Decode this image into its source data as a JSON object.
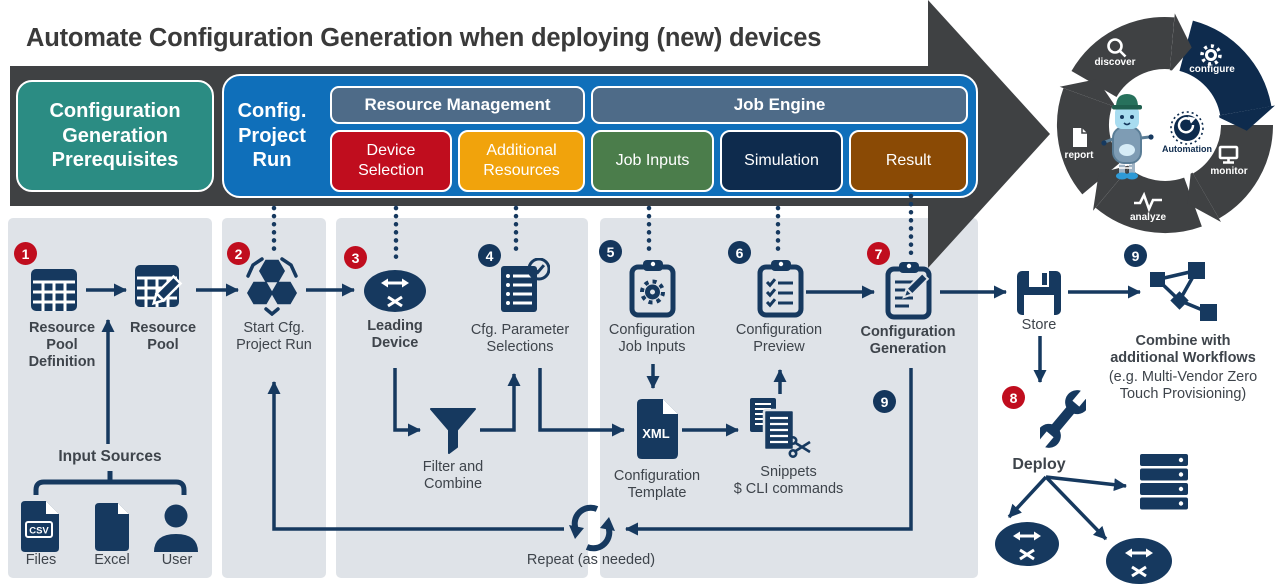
{
  "title": "Automate Configuration Generation when deploying (new) devices",
  "colors": {
    "teal": "#2b8c83",
    "blue": "#0f6fba",
    "slate": "#4e6b88",
    "red": "#c00d1e",
    "orange": "#f1a30c",
    "green": "#4b7d4b",
    "navy": "#0e2b4d",
    "brown": "#8a4a05",
    "ink": "#16395f",
    "band": "#3f4143",
    "panel": "#dfe3e8",
    "text": "#3e444b"
  },
  "banner": {
    "prerequisites": "Configuration\nGeneration\nPrerequisites",
    "project_run": "Config.\nProject\nRun",
    "resource_management": "Resource Management",
    "device_selection": "Device\nSelection",
    "additional_resources": "Additional\nResources",
    "job_engine": "Job Engine",
    "job_inputs": "Job Inputs",
    "simulation": "Simulation",
    "result": "Result"
  },
  "lifecycle": {
    "discover": "discover",
    "configure": "configure",
    "monitor": "monitor",
    "analyze": "analyze",
    "report": "report",
    "automation": "Automation"
  },
  "steps": {
    "s1a": {
      "num": "1",
      "label": "Resource\nPool\nDefinition"
    },
    "s1b": {
      "label": "Resource\nPool"
    },
    "s2": {
      "num": "2",
      "label": "Start Cfg.\nProject Run"
    },
    "s3": {
      "num": "3",
      "label": "Leading\nDevice"
    },
    "s4": {
      "num": "4",
      "label": "Cfg. Parameter\nSelections"
    },
    "s5": {
      "num": "5",
      "label": "Configuration\nJob Inputs"
    },
    "s6": {
      "num": "6",
      "label": "Configuration\nPreview"
    },
    "s7": {
      "num": "7",
      "label": "Configuration\nGeneration"
    },
    "s8": {
      "num": "8",
      "label": "Deploy"
    },
    "s9a": {
      "num": "9"
    },
    "s9b": {
      "num": "9"
    }
  },
  "flow": {
    "store": "Store",
    "combine_bold": "Combine with\nadditional Workflows",
    "combine_note": "(e.g. Multi-Vendor Zero\nTouch Provisioning)",
    "filter": "Filter and\nCombine",
    "template": "Configuration\nTemplate",
    "snippets": "Snippets\n$ CLI commands",
    "repeat": "Repeat (as needed)",
    "xml": "XML"
  },
  "inputs": {
    "title": "Input Sources",
    "csv": "CSV",
    "files": "Files",
    "excel": "Excel",
    "user": "User"
  }
}
